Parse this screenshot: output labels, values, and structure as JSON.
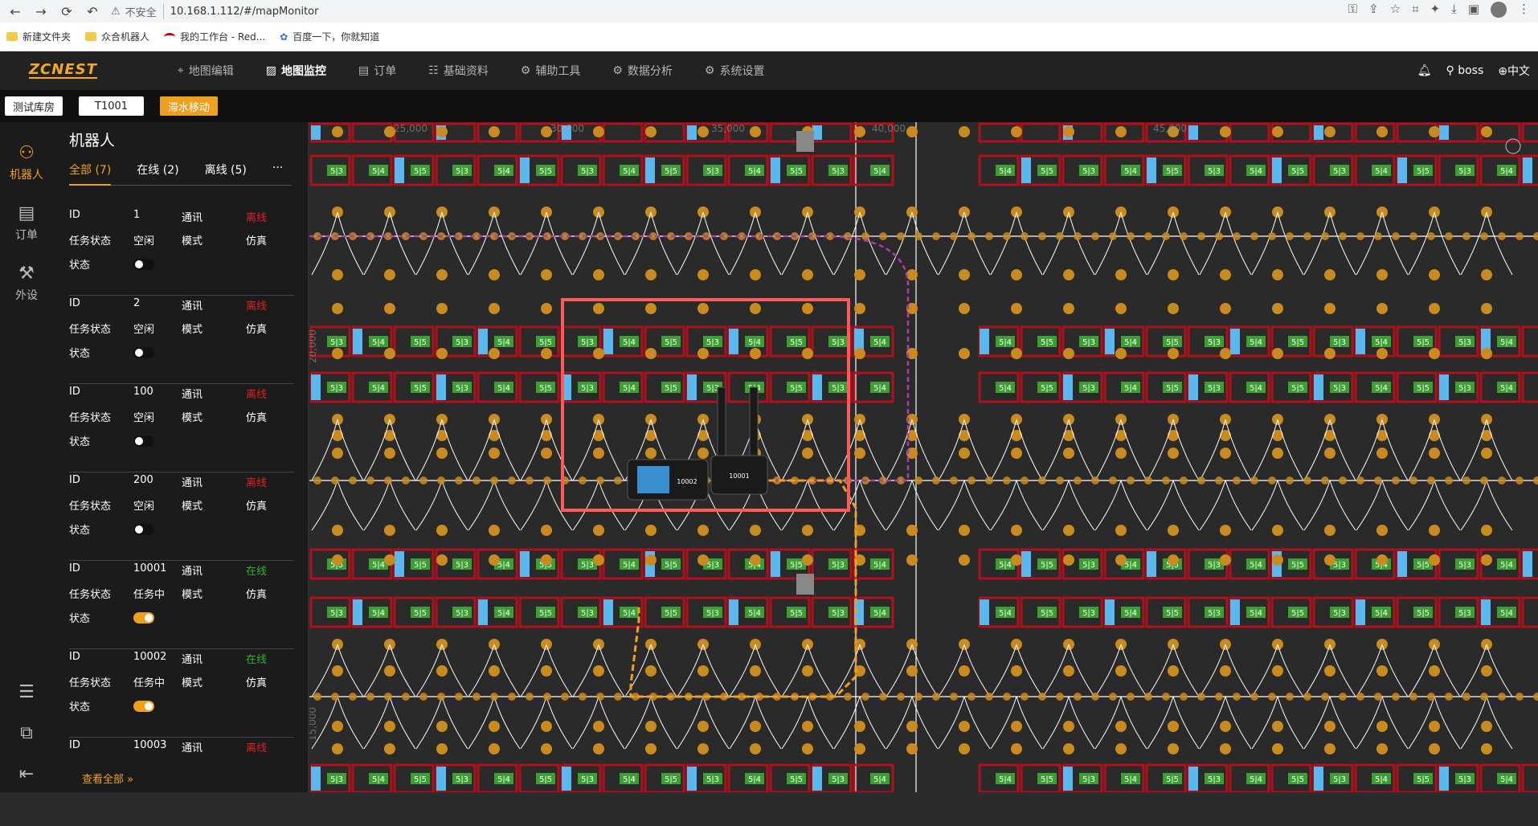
{
  "browser": {
    "back": "←",
    "forward": "→",
    "reload": "⟳",
    "home": "↶",
    "insecure_label": "不安全",
    "url": "10.168.1.112/#/mapMonitor"
  },
  "bookmarks": [
    {
      "label": "新建文件夹",
      "icon": "folder-icon"
    },
    {
      "label": "众合机器人",
      "icon": "folder-icon"
    },
    {
      "label": "我的工作台 - Red...",
      "icon": "redhat-icon"
    },
    {
      "label": "百度一下，你就知道",
      "icon": "baidu-icon"
    }
  ],
  "app": {
    "logo": "ZCNEST",
    "menu": [
      {
        "label": "地图编辑",
        "icon": "pin-icon"
      },
      {
        "label": "地图监控",
        "icon": "chart-icon",
        "active": true
      },
      {
        "label": "订单",
        "icon": "doc-icon"
      },
      {
        "label": "基础资料",
        "icon": "sliders-icon"
      },
      {
        "label": "辅助工具",
        "icon": "gear-icon"
      },
      {
        "label": "数据分析",
        "icon": "gear-icon"
      },
      {
        "label": "系统设置",
        "icon": "gear-icon"
      }
    ],
    "user": "boss",
    "language": "中文"
  },
  "subheader": {
    "warehouse": "测试库房",
    "code": "T1001",
    "mode": "滞水移动"
  },
  "rail": {
    "items": [
      {
        "label": "机器人",
        "icon": "robot-icon",
        "active": true
      },
      {
        "label": "订单",
        "icon": "document-icon"
      },
      {
        "label": "外设",
        "icon": "wrench-icon"
      }
    ]
  },
  "panel": {
    "title": "机器人",
    "tabs": [
      {
        "label": "全部",
        "count": "(7)",
        "active": true
      },
      {
        "label": "在线",
        "count": "(2)"
      },
      {
        "label": "离线",
        "count": "(5)"
      }
    ],
    "more": "···",
    "labels": {
      "id": "ID",
      "comm": "通讯",
      "task_status": "任务状态",
      "mode": "模式",
      "status": "状态"
    },
    "robots": [
      {
        "id": "1",
        "comm": "离线",
        "online": false,
        "task": "空闲",
        "mode": "仿真",
        "enabled": false
      },
      {
        "id": "2",
        "comm": "离线",
        "online": false,
        "task": "空闲",
        "mode": "仿真",
        "enabled": false
      },
      {
        "id": "100",
        "comm": "离线",
        "online": false,
        "task": "空闲",
        "mode": "仿真",
        "enabled": false
      },
      {
        "id": "200",
        "comm": "离线",
        "online": false,
        "task": "空闲",
        "mode": "仿真",
        "enabled": false
      },
      {
        "id": "10001",
        "comm": "在线",
        "online": true,
        "task": "任务中",
        "mode": "仿真",
        "enabled": true
      },
      {
        "id": "10002",
        "comm": "在线",
        "online": true,
        "task": "任务中",
        "mode": "仿真",
        "enabled": true
      },
      {
        "id": "10003",
        "comm": "离线",
        "online": false,
        "task": "",
        "mode": "",
        "enabled": false
      }
    ],
    "view_all": "查看全部  »"
  },
  "map": {
    "axis_labels": [
      "25,000",
      "30,000",
      "35,000",
      "40,000",
      "45,000",
      "20,000",
      "15,000"
    ],
    "robots": [
      {
        "id": "10002"
      },
      {
        "id": "10001"
      }
    ],
    "colors": {
      "background": "#2a2a2a",
      "rack": "#b0101a",
      "node": "#c98a20",
      "path": "#ffffff",
      "route": "#f0a020",
      "route_purple": "#b03ab0",
      "highlight": "#ff5a5a",
      "cell_blue": "#5ab8f0",
      "cell_green": "#3aa030"
    }
  }
}
